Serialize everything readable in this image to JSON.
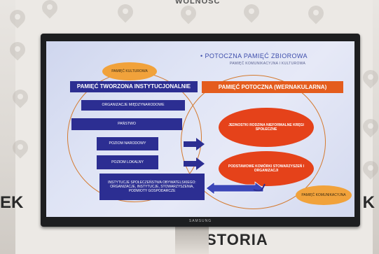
{
  "background": {
    "left_text": "EK",
    "right_text": "K",
    "bottom_text": "HISTORIA",
    "top_text": "WOLNOŚĆ"
  },
  "tv": {
    "brand": "SAMSUNG"
  },
  "slide": {
    "title": "POTOCZNA PAMIĘĆ ZBIOROWA",
    "subtitle": "PAMIĘĆ KOMUNIKACYJNA I KULTUROWA",
    "cultural_memory": "PAMIĘĆ KULTUROWA",
    "communicative_memory": "PAMIĘĆ KOMUNIKACYJNA",
    "left_header": "PAMIĘĆ TWORZONA INSTYTUCJONALNIE",
    "left_boxes": {
      "international": "ORGANIZACJE MIĘDZYNARODOWE",
      "state": "PAŃSTWO",
      "national": "POZIOM NARODOWY",
      "local": "POZIOM LOKALNY",
      "civil": "INSTYTUCJE SPOŁECZEŃSTWA OBYWATELSKIEGO: ORGANIZACJE, INSTYTUCJE, STOWARZYSZENIA, PODMIOTY GOSPODARCZE"
    },
    "right_header": "PAMIĘĆ POTOCZNA (WERNAKULARNA)",
    "right_ovals": {
      "units": "JEDNOSTKI RODZINA NIEFORMALNE KRĘGI SPOŁECZNE",
      "cells": "PODSTAWOWE KOMÓRKI STOWARZYSZEŃ I ORGANIZACJI"
    }
  }
}
